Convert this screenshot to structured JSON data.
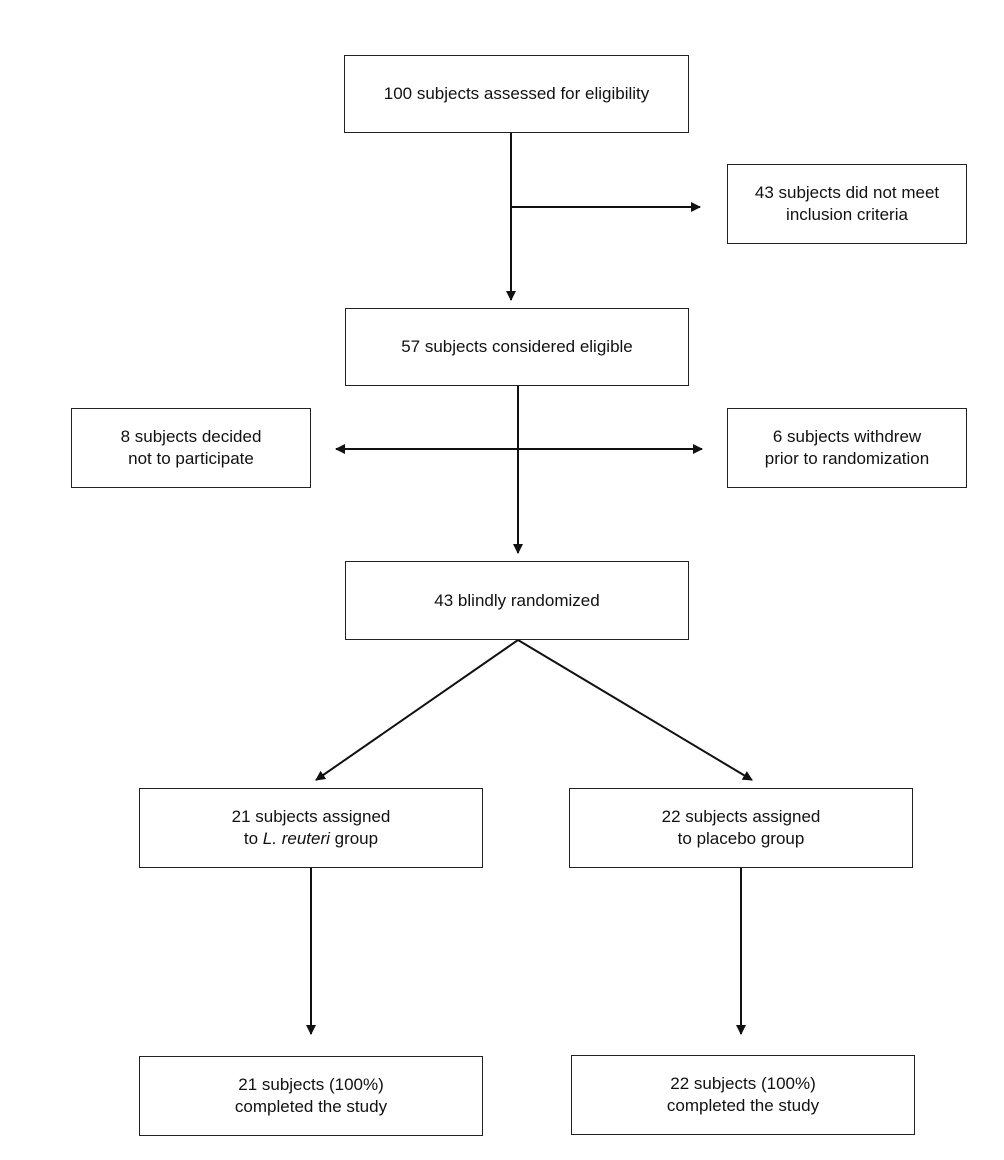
{
  "nodes": {
    "assessed": {
      "lines": [
        "100 subjects assessed for eligibility"
      ]
    },
    "not_meet": {
      "lines": [
        "43 subjects did not meet",
        "inclusion criteria"
      ]
    },
    "eligible": {
      "lines": [
        "57 subjects considered eligible"
      ]
    },
    "declined": {
      "lines": [
        "8 subjects decided",
        "not to participate"
      ]
    },
    "withdrew": {
      "lines": [
        "6 subjects withdrew",
        "prior to randomization"
      ]
    },
    "randomized": {
      "lines": [
        "43 blindly randomized"
      ]
    },
    "reuteri": {
      "line1": "21 subjects assigned",
      "line2_prefix": "to ",
      "line2_italic": "L. reuteri",
      "line2_suffix": " group"
    },
    "placebo": {
      "lines": [
        "22 subjects assigned",
        "to placebo group"
      ]
    },
    "reuteri_done": {
      "lines": [
        "21 subjects (100%)",
        "completed the study"
      ]
    },
    "placebo_done": {
      "lines": [
        "22 subjects (100%)",
        "completed the study"
      ]
    }
  }
}
